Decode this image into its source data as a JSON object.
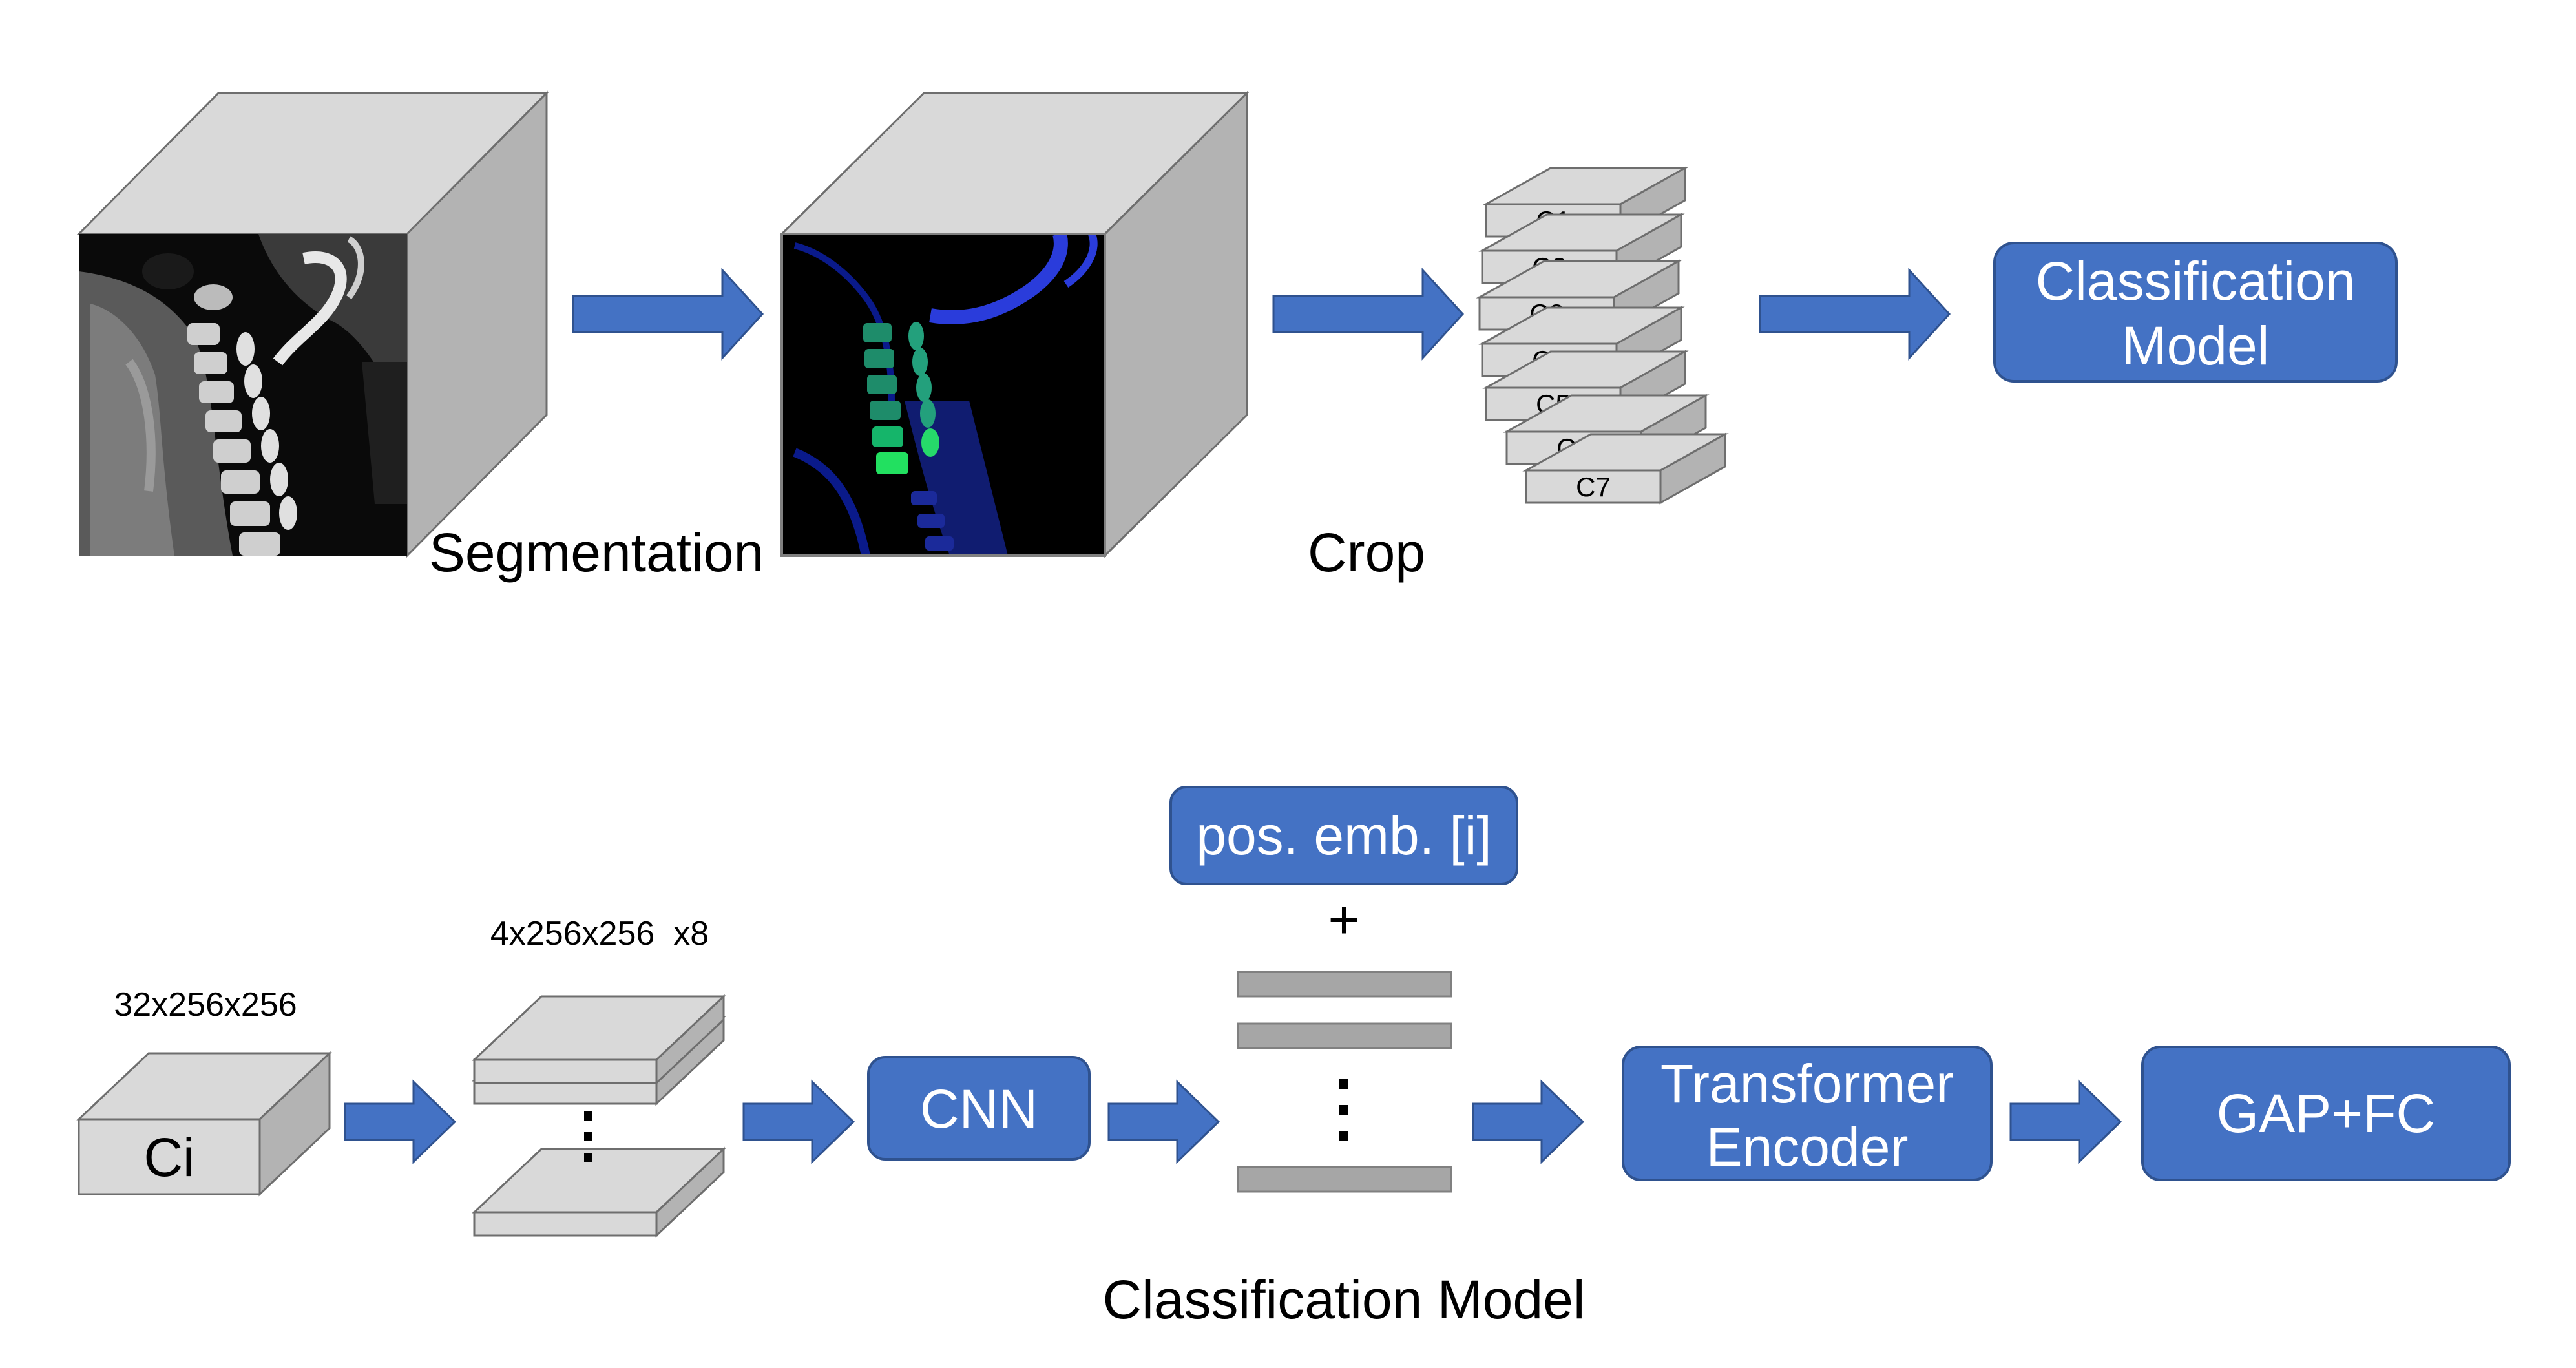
{
  "colors": {
    "arrow": "#4472c4",
    "box_fill": "#4472c4",
    "box_stroke": "#2f528f",
    "cube_front": "#d9d9d9",
    "cube_top": "#d9d9d9",
    "cube_side": "#b3b3b3",
    "token_bar": "#a6a6a6",
    "ct_background": "#050505",
    "seg_background": "#000000"
  },
  "pipeline": {
    "segmentation_label": "Segmentation",
    "crop_label": "Crop",
    "crop_slices": [
      "C1",
      "C2",
      "C3",
      "C4",
      "C5",
      "C6",
      "C7"
    ],
    "classification_box": [
      "Classification",
      "Model"
    ]
  },
  "model": {
    "input_label": "Ci",
    "input_dims": "32x256x256",
    "stack_dims": "4x256x256  x8",
    "cnn_label": "CNN",
    "pos_emb_label": "pos. emb. [i]",
    "plus_sign": "+",
    "transformer_box": [
      "Transformer",
      "Encoder"
    ],
    "gap_fc_label": "GAP+FC",
    "caption": "Classification Model"
  },
  "icons": [
    "arrow-right-icon",
    "vertical-ellipsis-icon",
    "ct-scan-image",
    "segmentation-image"
  ]
}
